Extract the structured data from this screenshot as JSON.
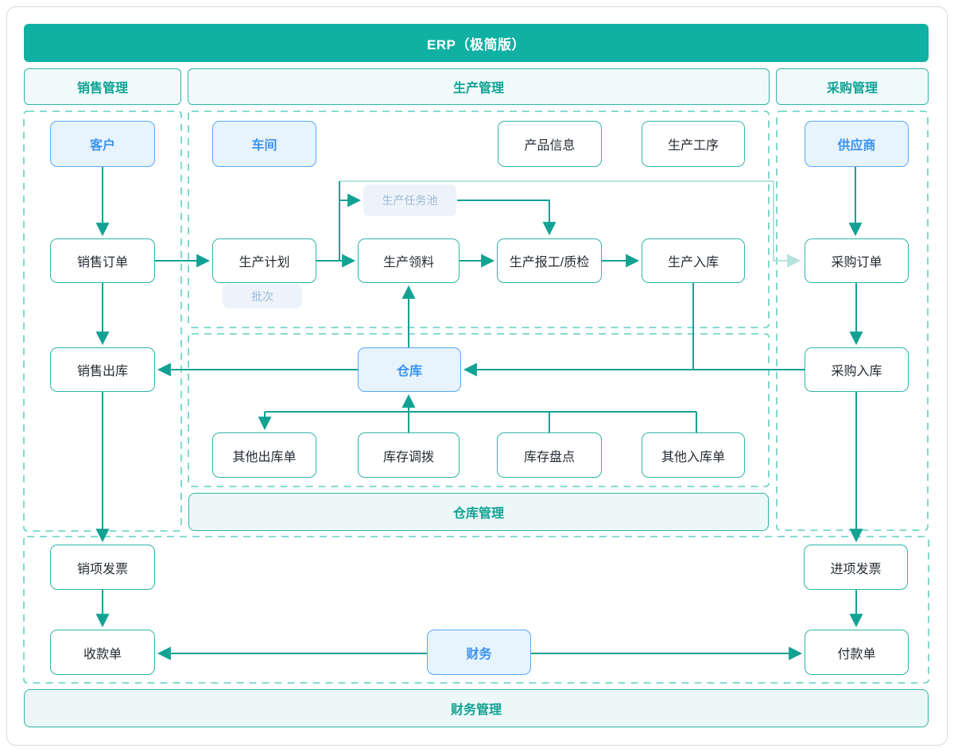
{
  "title": "ERP（极简版）",
  "sections": {
    "sales": {
      "label": "销售管理"
    },
    "production": {
      "label": "生产管理"
    },
    "purchase": {
      "label": "采购管理"
    },
    "warehouse_footer": {
      "label": "仓库管理"
    },
    "finance_footer": {
      "label": "财务管理"
    }
  },
  "nodes": {
    "customer": {
      "label": "客户",
      "style": "highlight"
    },
    "workshop": {
      "label": "车间",
      "style": "highlight"
    },
    "product_info": {
      "label": "产品信息",
      "style": "default"
    },
    "production_process": {
      "label": "生产工序",
      "style": "default"
    },
    "supplier": {
      "label": "供应商",
      "style": "highlight"
    },
    "sales_order": {
      "label": "销售订单",
      "style": "default"
    },
    "production_plan": {
      "label": "生产计划",
      "style": "default"
    },
    "production_picking": {
      "label": "生产领料",
      "style": "default"
    },
    "production_report_qc": {
      "label": "生产报工/质检",
      "style": "default"
    },
    "production_inbound": {
      "label": "生产入库",
      "style": "default"
    },
    "purchase_order": {
      "label": "采购订单",
      "style": "default"
    },
    "sales_outbound": {
      "label": "销售出库",
      "style": "default"
    },
    "warehouse": {
      "label": "仓库",
      "style": "highlight"
    },
    "purchase_inbound": {
      "label": "采购入库",
      "style": "default"
    },
    "other_outbound": {
      "label": "其他出库单",
      "style": "default"
    },
    "inventory_transfer": {
      "label": "库存调拨",
      "style": "default"
    },
    "inventory_count": {
      "label": "库存盘点",
      "style": "default"
    },
    "other_inbound": {
      "label": "其他入库单",
      "style": "default"
    },
    "sales_invoice": {
      "label": "销项发票",
      "style": "default"
    },
    "receipt": {
      "label": "收款单",
      "style": "default"
    },
    "input_invoice": {
      "label": "进项发票",
      "style": "default"
    },
    "payment": {
      "label": "付款单",
      "style": "default"
    },
    "finance": {
      "label": "财务",
      "style": "highlight"
    }
  },
  "tags": {
    "production_task_pool": {
      "label": "生产任务池"
    },
    "batch": {
      "label": "批次"
    }
  },
  "edges": [
    {
      "from": "customer",
      "to": "sales_order"
    },
    {
      "from": "sales_order",
      "to": "production_plan"
    },
    {
      "from": "sales_order",
      "to": "sales_outbound"
    },
    {
      "from": "production_plan",
      "to": "production_task_pool"
    },
    {
      "from": "production_plan",
      "to": "purchase_order",
      "style": "light"
    },
    {
      "from": "production_task_pool",
      "to": "production_report_qc"
    },
    {
      "from": "production_plan",
      "to": "production_picking"
    },
    {
      "from": "production_picking",
      "to": "production_report_qc"
    },
    {
      "from": "production_report_qc",
      "to": "production_inbound"
    },
    {
      "from": "production_inbound",
      "to": "warehouse"
    },
    {
      "from": "warehouse",
      "to": "production_picking"
    },
    {
      "from": "warehouse",
      "to": "sales_outbound"
    },
    {
      "from": "purchase_inbound",
      "to": "warehouse"
    },
    {
      "from": "inventory_transfer",
      "to": "warehouse"
    },
    {
      "from": "warehouse_group_line",
      "to": "other_outbound"
    },
    {
      "from": "warehouse_group_line",
      "to": "inventory_count"
    },
    {
      "from": "warehouse_group_line",
      "to": "other_inbound"
    },
    {
      "from": "supplier",
      "to": "purchase_order"
    },
    {
      "from": "purchase_order",
      "to": "purchase_inbound"
    },
    {
      "from": "purchase_inbound",
      "to": "input_invoice"
    },
    {
      "from": "input_invoice",
      "to": "payment"
    },
    {
      "from": "sales_outbound",
      "to": "sales_invoice"
    },
    {
      "from": "sales_invoice",
      "to": "receipt"
    },
    {
      "from": "finance",
      "to": "receipt"
    },
    {
      "from": "finance",
      "to": "payment"
    }
  ],
  "colors": {
    "teal": "#12a294",
    "border_teal": "#2eb5a8",
    "dashed_teal": "#5fcfc2",
    "banner_teal": "#10b1a3",
    "light_fill": "#f0fafa",
    "bar_fill": "#ecf7f8",
    "blue_border": "#58a8f5",
    "blue_text": "#3b93f0",
    "blue_fill": "#e7f3fd",
    "tag_fill": "#edf3fa",
    "tag_text": "#9db9d6",
    "node_text": "#252b33",
    "light_arrow": "#b5e3dd",
    "page_border": "#d9d9d9"
  }
}
